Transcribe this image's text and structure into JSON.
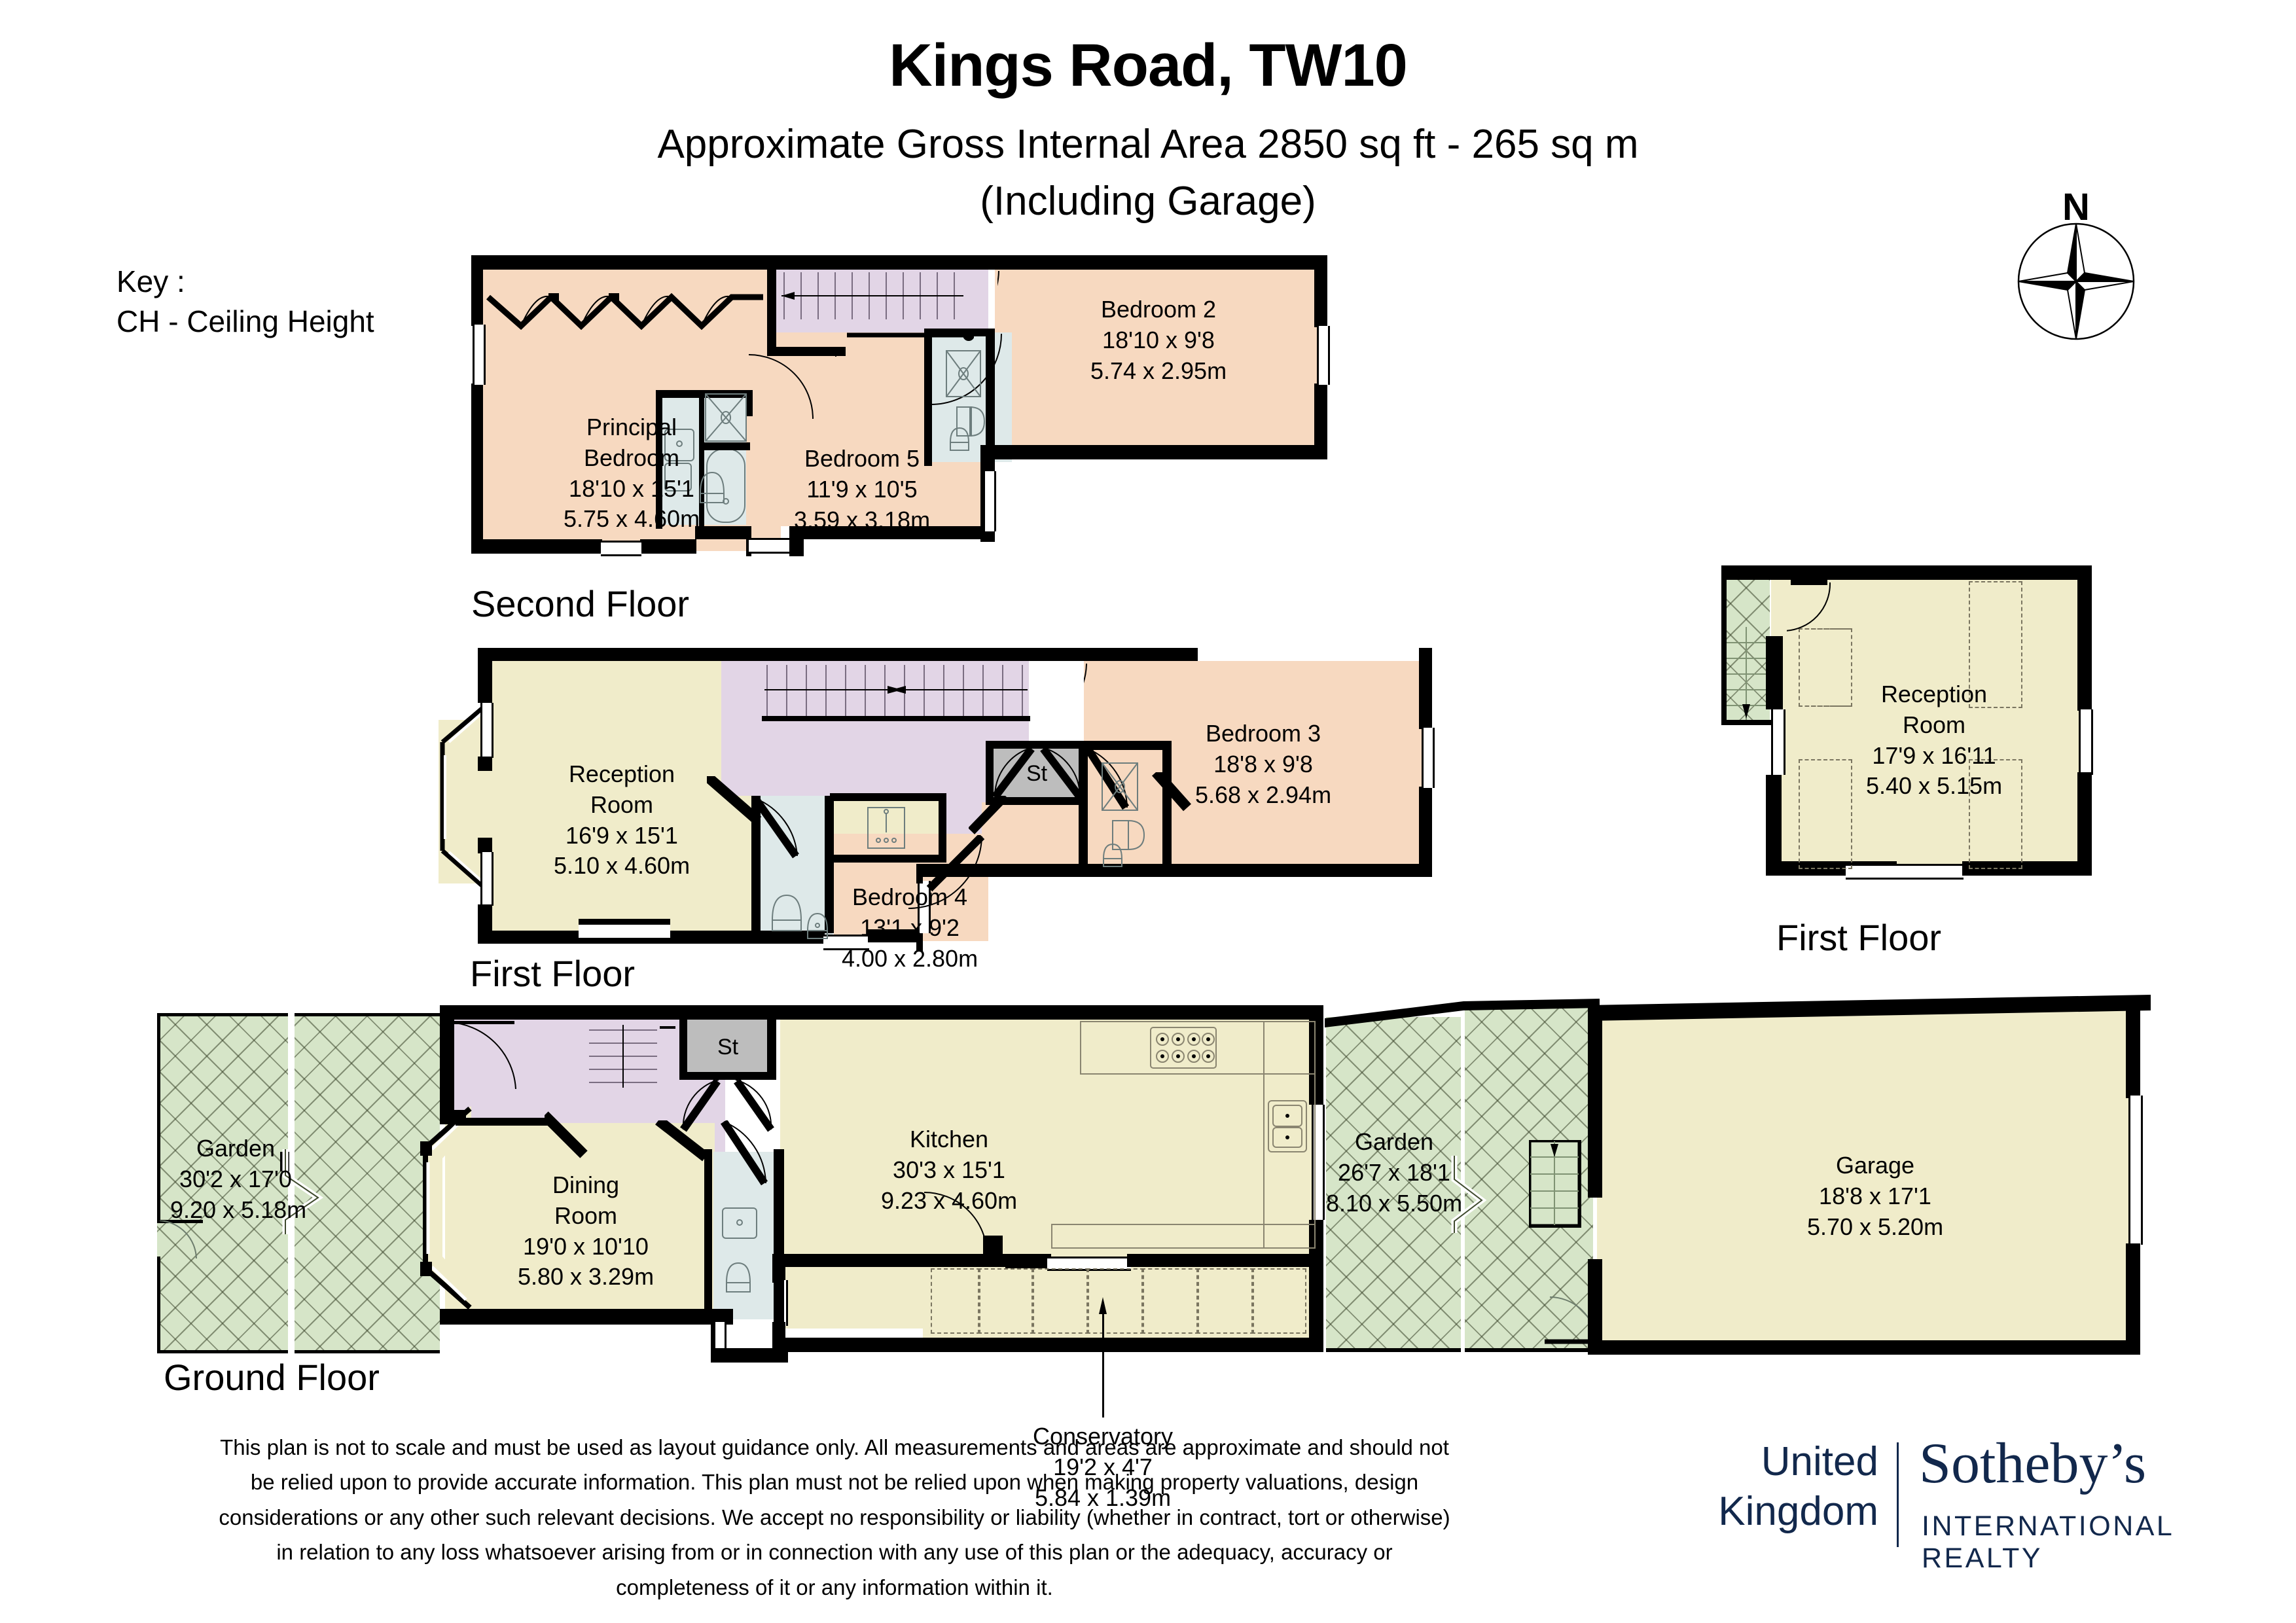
{
  "header": {
    "title": "Kings Road, TW10",
    "subtitle_1": "Approximate Gross Internal Area 2850 sq ft - 265 sq m",
    "subtitle_2": "(Including Garage)"
  },
  "key": {
    "heading": "Key :",
    "line_1": "CH - Ceiling Height"
  },
  "compass": {
    "north_label": "N"
  },
  "floors": [
    {
      "id": "second-floor",
      "caption": "Second Floor",
      "rooms": [
        {
          "name": "Principal Bedroom",
          "name_lines": [
            "Principal",
            "Bedroom"
          ],
          "imperial": "18'10 x 15'1",
          "metric": "5.75 x 4.60m",
          "fill": "bedroom"
        },
        {
          "name": "Bedroom 5",
          "name_lines": [
            "Bedroom 5"
          ],
          "imperial": "11'9 x 10'5",
          "metric": "3.59 x 3.18m",
          "fill": "bedroom"
        },
        {
          "name": "Bedroom 2",
          "name_lines": [
            "Bedroom 2"
          ],
          "imperial": "18'10 x 9'8",
          "metric": "5.74 x 2.95m",
          "fill": "bedroom"
        }
      ]
    },
    {
      "id": "first-floor-main",
      "caption": "First Floor",
      "rooms": [
        {
          "name": "Reception Room",
          "name_lines": [
            "Reception",
            "Room"
          ],
          "imperial": "16'9 x 15'1",
          "metric": "5.10 x 4.60m",
          "fill": "cream"
        },
        {
          "name": "St",
          "name_lines": [
            "St"
          ],
          "imperial": "",
          "metric": "",
          "fill": "store"
        },
        {
          "name": "Bedroom 4",
          "name_lines": [
            "Bedroom 4"
          ],
          "imperial": "13'1 x 9'2",
          "metric": "4.00 x 2.80m",
          "fill": "bedroom"
        },
        {
          "name": "Bedroom 3",
          "name_lines": [
            "Bedroom 3"
          ],
          "imperial": "18'8 x 9'8",
          "metric": "5.68 x 2.94m",
          "fill": "bedroom"
        }
      ]
    },
    {
      "id": "first-floor-annexe",
      "caption": "First Floor",
      "rooms": [
        {
          "name": "Reception Room",
          "name_lines": [
            "Reception",
            "Room"
          ],
          "imperial": "17'9 x 16'11",
          "metric": "5.40 x 5.15m",
          "fill": "cream"
        }
      ]
    },
    {
      "id": "ground-floor",
      "caption": "Ground Floor",
      "rooms": [
        {
          "name": "Garden",
          "name_lines": [
            "Garden"
          ],
          "imperial": "30'2 x 17'0",
          "metric": "9.20 x 5.18m",
          "fill": "garden"
        },
        {
          "name": "Dining Room",
          "name_lines": [
            "Dining",
            "Room"
          ],
          "imperial": "19'0 x 10'10",
          "metric": "5.80 x 3.29m",
          "fill": "cream"
        },
        {
          "name": "St",
          "name_lines": [
            "St"
          ],
          "imperial": "",
          "metric": "",
          "fill": "store"
        },
        {
          "name": "Kitchen",
          "name_lines": [
            "Kitchen"
          ],
          "imperial": "30'3 x 15'1",
          "metric": "9.23 x 4.60m",
          "fill": "cream"
        },
        {
          "name": "Conservatory",
          "name_lines": [
            "Conservatory"
          ],
          "imperial": "19'2 x 4'7",
          "metric": "5.84 x 1.39m",
          "fill": "cream"
        },
        {
          "name": "Garden",
          "name_lines": [
            "Garden"
          ],
          "imperial": "26'7 x 18'1",
          "metric": "8.10 x 5.50m",
          "fill": "garden"
        },
        {
          "name": "Garage",
          "name_lines": [
            "Garage"
          ],
          "imperial": "18'8 x 17'1",
          "metric": "5.70 x 5.20m",
          "fill": "cream"
        }
      ]
    }
  ],
  "labels": {
    "principal_bedroom_l1": "Principal",
    "principal_bedroom_l2": "Bedroom",
    "principal_bedroom_imp": "18'10 x 15'1",
    "principal_bedroom_met": "5.75 x 4.60m",
    "bedroom5_name": "Bedroom 5",
    "bedroom5_imp": "11'9 x 10'5",
    "bedroom5_met": "3.59 x 3.18m",
    "bedroom2_name": "Bedroom 2",
    "bedroom2_imp": "18'10 x 9'8",
    "bedroom2_met": "5.74 x 2.95m",
    "reception1_l1": "Reception",
    "reception1_l2": "Room",
    "reception1_imp": "16'9 x 15'1",
    "reception1_met": "5.10 x 4.60m",
    "st_first": "St",
    "st_ground": "St",
    "bedroom4_name": "Bedroom 4",
    "bedroom4_imp": "13'1 x 9'2",
    "bedroom4_met": "4.00 x 2.80m",
    "bedroom3_name": "Bedroom 3",
    "bedroom3_imp": "18'8 x 9'8",
    "bedroom3_met": "5.68 x 2.94m",
    "reception2_l1": "Reception",
    "reception2_l2": "Room",
    "reception2_imp": "17'9 x 16'11",
    "reception2_met": "5.40 x 5.15m",
    "garden1_name": "Garden",
    "garden1_imp": "30'2 x 17'0",
    "garden1_met": "9.20 x 5.18m",
    "dining_l1": "Dining",
    "dining_l2": "Room",
    "dining_imp": "19'0 x 10'10",
    "dining_met": "5.80 x 3.29m",
    "kitchen_name": "Kitchen",
    "kitchen_imp": "30'3 x 15'1",
    "kitchen_met": "9.23 x 4.60m",
    "conservatory_name": "Conservatory",
    "conservatory_imp": "19'2 x 4'7",
    "conservatory_met": "5.84 x 1.39m",
    "garden2_name": "Garden",
    "garden2_imp": "26'7 x 18'1",
    "garden2_met": "8.10 x 5.50m",
    "garage_name": "Garage",
    "garage_imp": "18'8 x 17'1",
    "garage_met": "5.70 x 5.20m",
    "caption_second": "Second Floor",
    "caption_first_main": "First Floor",
    "caption_first_annexe": "First Floor",
    "caption_ground": "Ground Floor"
  },
  "footer": {
    "disclaimer": "This plan is not to scale and must be used as layout guidance only. All measurements and areas are approximate and should not be relied upon to provide accurate information. This plan must not be relied upon when making property valuations, design considerations or any other such relevant decisions. We accept no responsibility or liability (whether in contract, tort or otherwise) in relation to any loss whatsoever arising from or in connection with any use of this plan or the adequacy, accuracy or completeness of it or any information within it.",
    "brand_region": "United Kingdom",
    "brand_region_l1": "United",
    "brand_region_l2": "Kingdom",
    "brand_name": "Sotheby’s",
    "brand_tagline": "INTERNATIONAL REALTY"
  },
  "colors": {
    "bedroom": "#f7d9c0",
    "cream": "#f0ecca",
    "hall": "#e2d5e6",
    "bathroom": "#dee9e9",
    "store": "#bdbdbd",
    "garden": "#d6e5c8",
    "wall": "#000000",
    "brand": "#12284c"
  }
}
